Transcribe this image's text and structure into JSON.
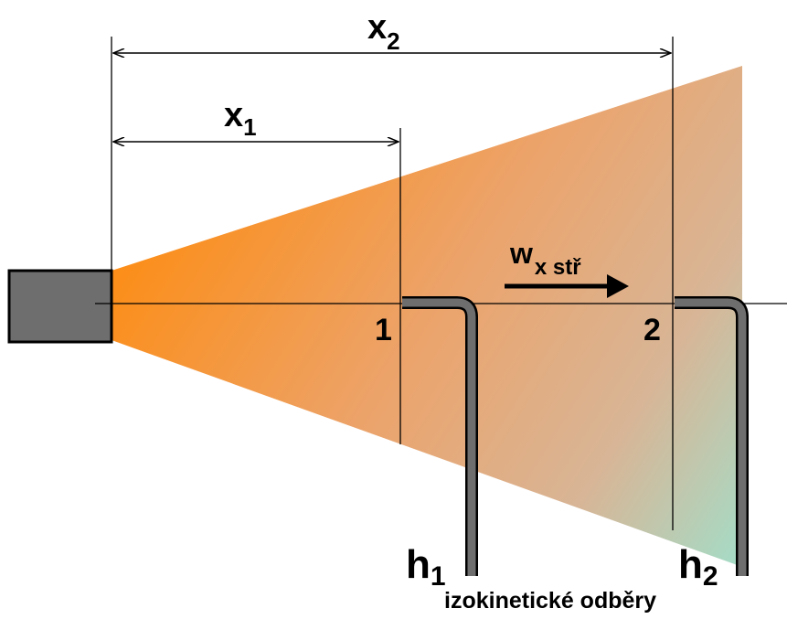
{
  "labels": {
    "x1": "x",
    "x1_sub": "1",
    "x2": "x",
    "x2_sub": "2",
    "point1": "1",
    "point2": "2",
    "velocity": "w",
    "velocity_sub": "x stř",
    "h1": "h",
    "h1_sub": "1",
    "h2": "h",
    "h2_sub": "2",
    "caption": "izokinetické odběry"
  },
  "colors": {
    "jet_start": "#ff8c10",
    "jet_mid": "#d9ad8a",
    "jet_end": "#a8dcc8",
    "nozzle": "#6e6e6e",
    "probe": "#6e6e6e",
    "line": "#000000"
  }
}
